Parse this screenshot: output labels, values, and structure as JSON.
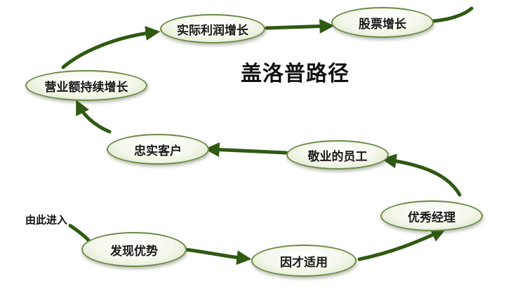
{
  "title": "盖洛普路径",
  "entry_label": "由此进入",
  "nodes": {
    "discover": "发现优势",
    "fit": "因才适用",
    "manager": "优秀经理",
    "engaged": "敬业的员工",
    "loyal": "忠实客户",
    "sales": "营业额持续增长",
    "profit": "实际利润增长",
    "stock": "股票增长"
  },
  "colors": {
    "arrow": "#2e5a12",
    "node_border": "#6c8a48",
    "node_fill": "#f4f7ea"
  }
}
